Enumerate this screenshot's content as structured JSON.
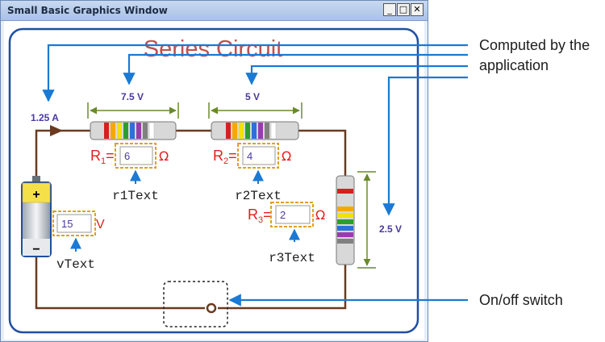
{
  "window": {
    "title": "Small Basic Graphics Window",
    "buttons": {
      "minimize": "_",
      "maximize": "□",
      "close": "✕"
    }
  },
  "diagram": {
    "heading": "Series Circuit",
    "current_label": "1.25 A",
    "voltage_r1": "7.5 V",
    "voltage_r2": "5 V",
    "voltage_r3": "2.5 V",
    "r1": {
      "prefix": "R",
      "sub": "1",
      "eq": "=",
      "value": "6",
      "unit": "Ω",
      "var": "r1Text"
    },
    "r2": {
      "prefix": "R",
      "sub": "2",
      "eq": "=",
      "value": "4",
      "unit": "Ω",
      "var": "r2Text"
    },
    "r3": {
      "prefix": "R",
      "sub": "3",
      "eq": "=",
      "value": "2",
      "unit": "Ω",
      "var": "r3Text"
    },
    "source": {
      "value": "15",
      "unit": "V",
      "var": "vText",
      "plus": "+",
      "minus": "−"
    }
  },
  "callouts": {
    "computed_line1": "Computed by the",
    "computed_line2": "application",
    "switch": "On/off switch"
  },
  "colors": {
    "wire": "#6b3a1f",
    "frame": "#1f4fa0",
    "callout": "#1a7ad4",
    "heading": "#c0504d",
    "resistor_label": "#e02020",
    "value_text": "#4a3aa0",
    "measure": "#6a8a2a",
    "dashed_box": "#e0a020"
  }
}
